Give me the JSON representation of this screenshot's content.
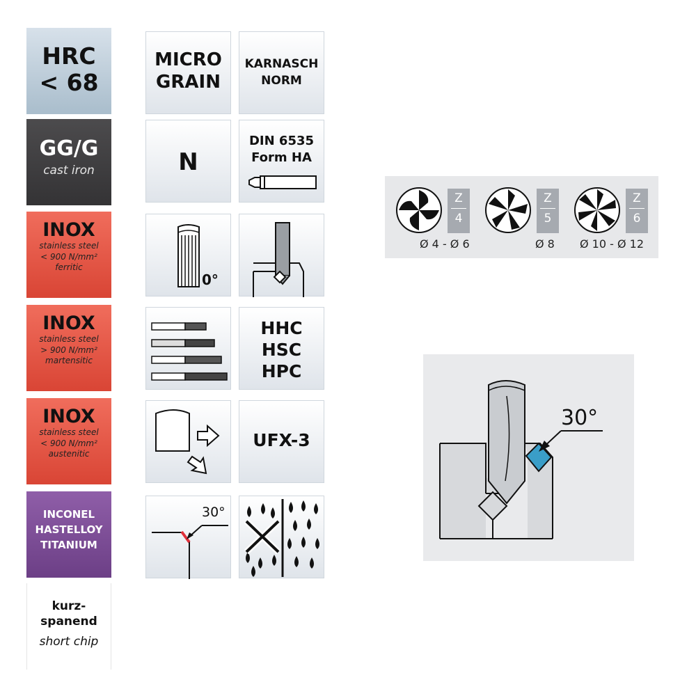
{
  "materials": {
    "hrc": {
      "line1": "HRC",
      "line2": "< 68"
    },
    "cast_iron": {
      "title": "GG/G",
      "subtitle": "cast iron"
    },
    "inox_ferritic": {
      "title": "INOX",
      "l1": "stainless steel",
      "l2": "< 900 N/mm²",
      "l3": "ferritic"
    },
    "inox_martensitic": {
      "title": "INOX",
      "l1": "stainless steel",
      "l2": "> 900 N/mm²",
      "l3": "martensitic"
    },
    "inox_austenitic": {
      "title": "INOX",
      "l1": "stainless steel",
      "l2": "< 900 N/mm²",
      "l3": "austenitic"
    },
    "superalloy": {
      "l1": "INCONEL",
      "l2": "HASTELLOY",
      "l3": "TITANIUM"
    },
    "chip": {
      "l1": "kurz-",
      "l2": "spanend",
      "l3": "short chip"
    }
  },
  "icons": {
    "micro_grain": {
      "l1": "MICRO",
      "l2": "GRAIN"
    },
    "karnasch_norm": {
      "l1": "KARNASCH",
      "l2": "NORM"
    },
    "type_n": {
      "label": "N"
    },
    "din": {
      "l1": "DIN 6535",
      "l2": "Form HA"
    },
    "helix": {
      "label": "0°"
    },
    "hhc": {
      "l1": "HHC",
      "l2": "HSC",
      "l3": "HPC"
    },
    "ufx": {
      "label": "UFX-3"
    },
    "chamfer_small": {
      "label": "30°"
    }
  },
  "flutes": [
    {
      "z_label": "Z",
      "count": "4",
      "diameter": "Ø 4 - Ø 6"
    },
    {
      "z_label": "Z",
      "count": "5",
      "diameter": "Ø 8"
    },
    {
      "z_label": "Z",
      "count": "6",
      "diameter": "Ø 10 - Ø 12"
    }
  ],
  "chamfer_diagram": {
    "angle_label": "30°",
    "accent": "#3a9ec8"
  },
  "colors": {
    "inox_red": "#e25544",
    "cast_iron": "#403f41",
    "hrc_blue": "#bccbd7",
    "superalloy_purple": "#7d4d97",
    "chamfer_red": "#e0303a"
  }
}
